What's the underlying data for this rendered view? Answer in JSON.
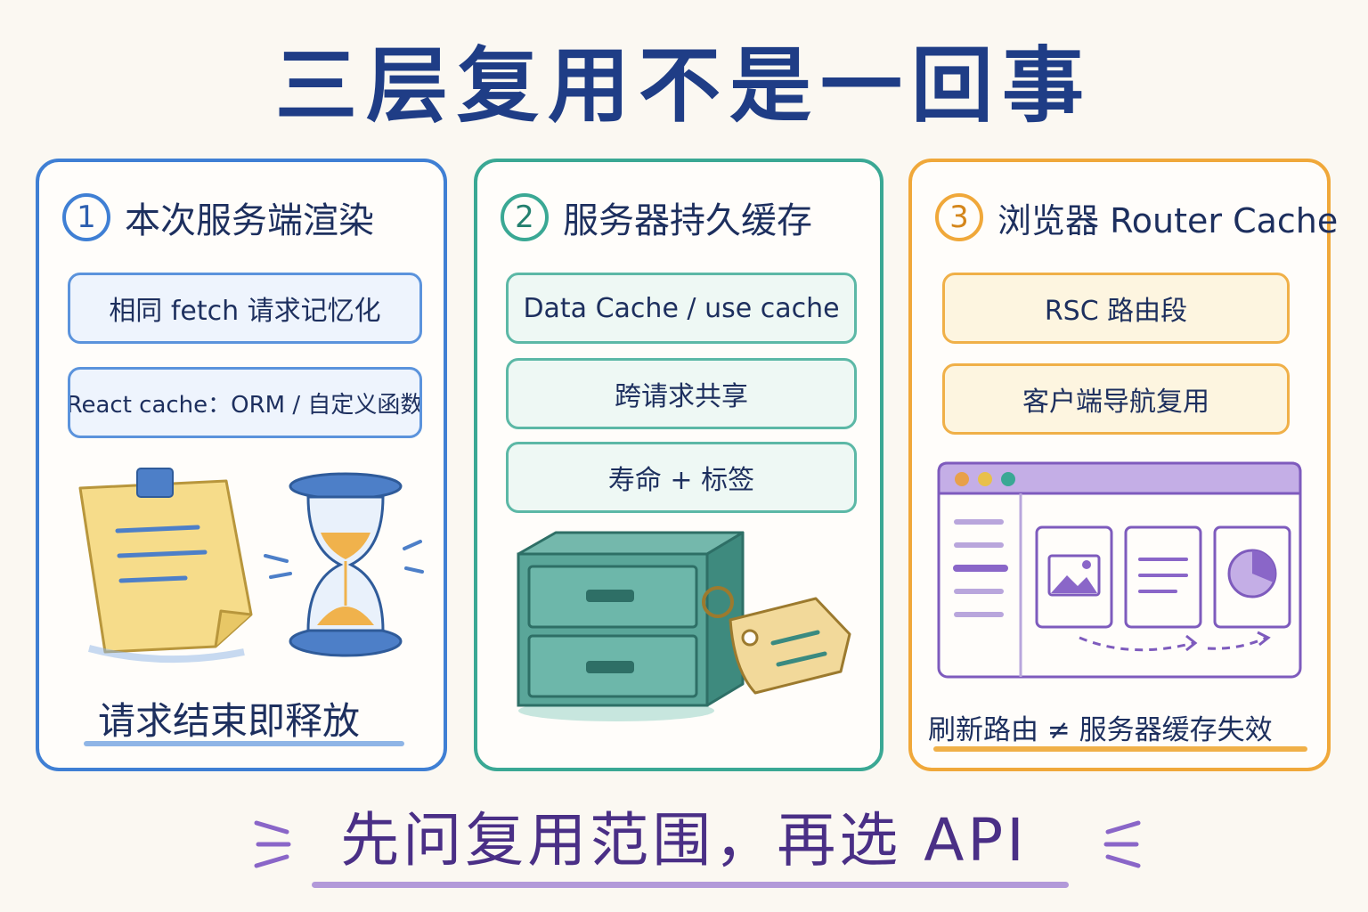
{
  "title": "三层复用不是一回事",
  "panels": [
    {
      "number": "1",
      "heading": "本次服务端渲染",
      "items": [
        "相同 fetch 请求记忆化",
        "React cache：ORM / 自定义函数"
      ],
      "note": "请求结束即释放",
      "color": "#3f7fd4"
    },
    {
      "number": "2",
      "heading": "服务器持久缓存",
      "items": [
        "Data Cache / use cache",
        "跨请求共享",
        "寿命 + 标签"
      ],
      "color": "#3aa894"
    },
    {
      "number": "3",
      "heading": "浏览器 Router Cache",
      "items": [
        "RSC 路由段",
        "客户端导航复用"
      ],
      "note": "刷新路由 ≠ 服务器缓存失效",
      "color": "#f0a83a"
    }
  ],
  "footer": "先问复用范围，再选 API",
  "icons": {
    "panel1": [
      "sticky-note-icon",
      "hourglass-icon"
    ],
    "panel2": [
      "cabinet-icon",
      "tag-icon"
    ],
    "panel3": [
      "browser-window-icon",
      "image-icon",
      "text-lines-icon",
      "pie-chart-icon",
      "dashed-arrow-icon"
    ]
  }
}
